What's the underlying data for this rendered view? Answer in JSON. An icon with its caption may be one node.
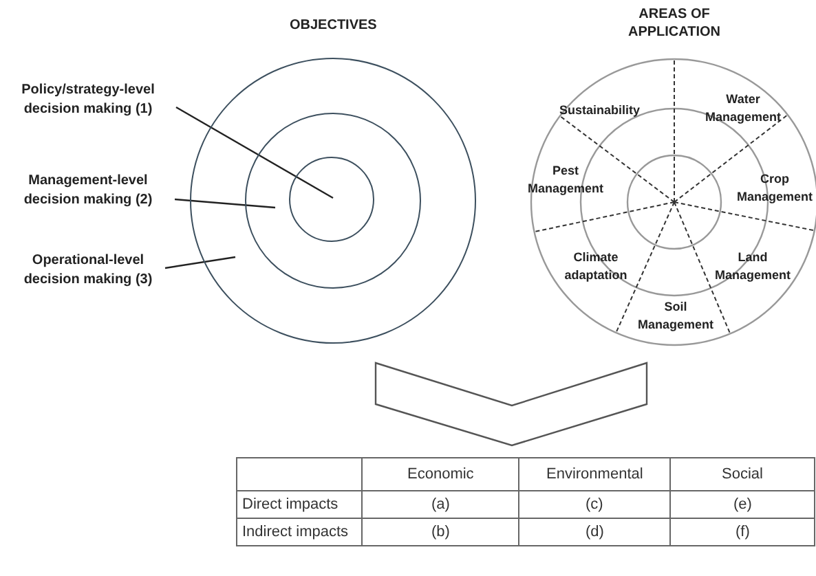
{
  "diagram": {
    "nodes": [
      {
        "text": [],
        "shape": "circle"
      },
      {
        "text": [],
        "shape": "circle",
        "in": 0
      },
      {
        "text": [],
        "shape": "circle",
        "in": 1
      },
      {
        "text": [
          "Policy/strategy-level decision making (1)"
        ]
      },
      {
        "text": [
          "Management-level decision making (2)"
        ]
      },
      {
        "text": [
          "Operational-level decision making (3)"
        ]
      }
    ],
    "edges": [
      {
        "from": 3,
        "to": 2,
        "arrow": "none"
      },
      {
        "from": 4,
        "to": 1,
        "arrow": "none"
      },
      {
        "from": 5,
        "to": 0,
        "arrow": "none"
      }
    ],
    "labels": [
      "OBJECTIVES",
      "AREAS OF APPLICATION",
      "Sustainability",
      "Water Management",
      "Pest Management",
      "Crop Management",
      "Climate adaptation",
      "Land Management",
      "Soil Management",
      "Economic",
      "Environmental",
      "Social",
      "Direct impacts",
      "(a)",
      "(c)",
      "(e)",
      "Indirect impacts",
      "(b)",
      "(d)",
      "(f)"
    ]
  }
}
